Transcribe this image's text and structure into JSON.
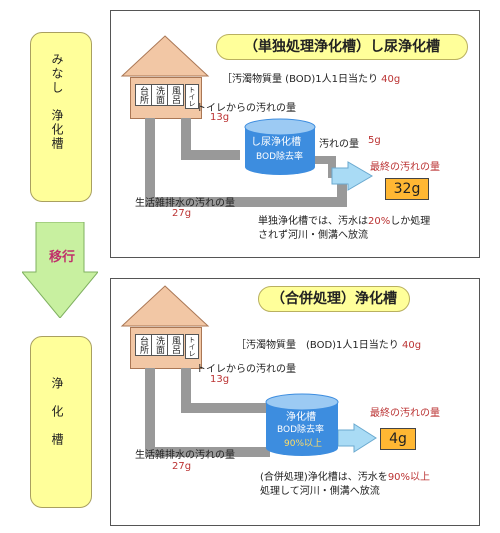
{
  "left": {
    "top_box": "みなし　浄化槽",
    "arrow_label": "移行",
    "bottom_box": "浄　化　槽"
  },
  "top": {
    "title": "（単独処理浄化槽）し尿浄化槽",
    "quality_text": "［汚濁物質量 (BOD)1人1日当たり",
    "quality_value": "40g",
    "house": {
      "kitchen": "台所",
      "wash": "洗面",
      "bath": "風呂",
      "toilet": "トイレ"
    },
    "toilet_label": "トイレからの汚れの量",
    "toilet_value": "13g",
    "tank_line1": "し尿浄化槽",
    "tank_line2": "BOD除去率",
    "out_label": "汚れの量",
    "out_value": "5g",
    "final_label": "最終の汚れの量",
    "final_value": "32g",
    "misc_label": "生活雑排水の汚れの量",
    "misc_value": "27g",
    "note_pre": "単独浄化槽では、汚水は",
    "note_pct": "20%",
    "note_post": "しか処理",
    "note_line2": "されず河川・側溝へ放流"
  },
  "bottom": {
    "title": "（合併処理）浄化槽",
    "quality_text": "［汚濁物質量　(BOD)1人1日当たり",
    "quality_value": "40g",
    "house": {
      "kitchen": "台所",
      "wash": "洗面",
      "bath": "風呂",
      "toilet": "トイレ"
    },
    "toilet_label": "トイレからの汚れの量",
    "toilet_value": "13g",
    "tank_line1": "浄化槽",
    "tank_line2": "BOD除去率",
    "tank_line3": "90%以上",
    "final_label": "最終の汚れの量",
    "final_value": "4g",
    "misc_label": "生活雑排水の汚れの量",
    "misc_value": "27g",
    "note_pre": "(合併処理)浄化槽は、汚水を",
    "note_pct": "90%以上",
    "note_line2": "処理して河川・側溝へ放流"
  },
  "colors": {
    "yellow": "#ffff9a",
    "green_arrow": "#c8f0a0",
    "tank_blue": "#3d8ddf",
    "house": "#f2c7a5",
    "pipe": "#999999",
    "result": "#ffb733"
  }
}
